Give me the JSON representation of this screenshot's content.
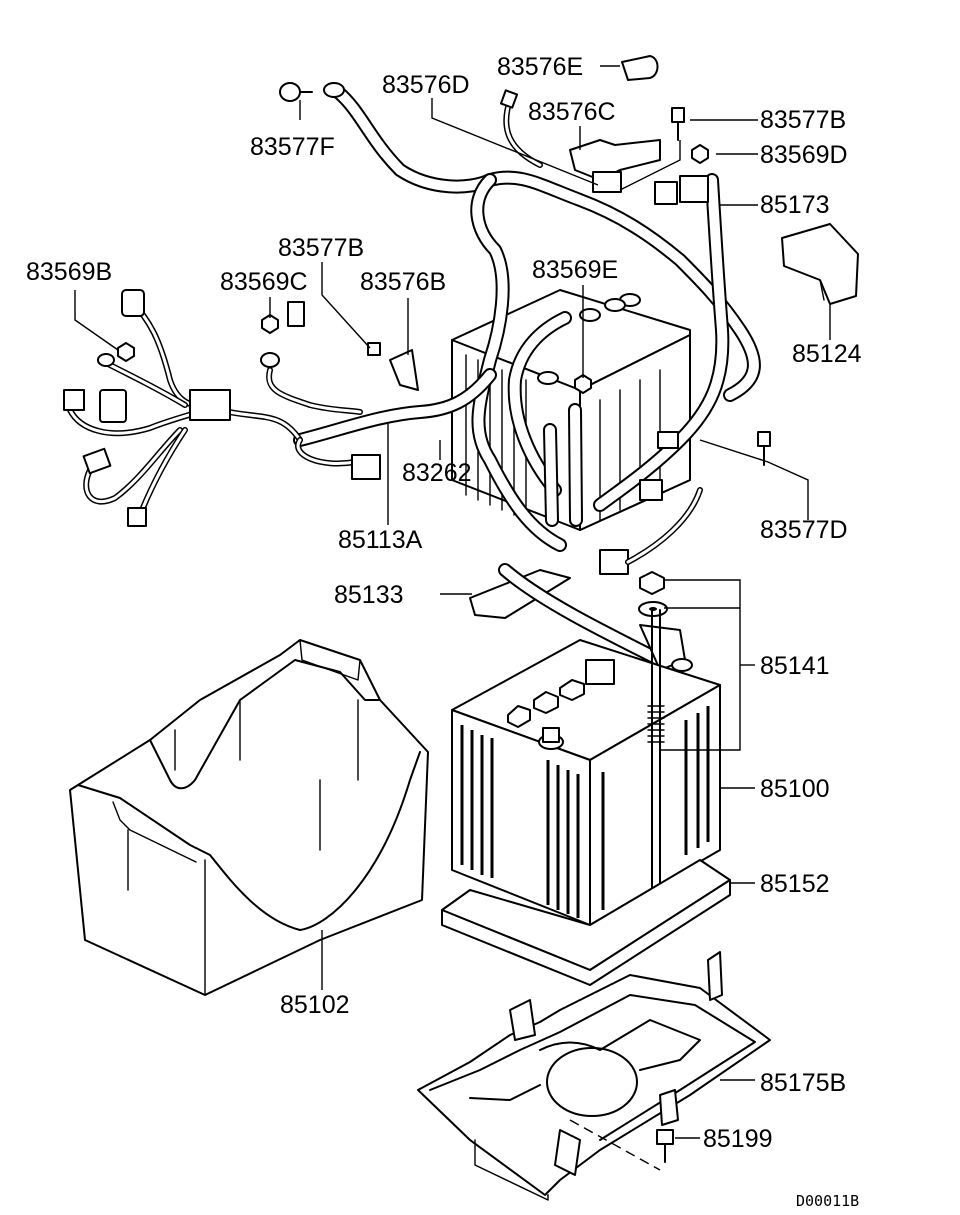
{
  "diagram": {
    "drawing_code": "D00011B",
    "callouts": {
      "p83576E": "83576E",
      "p83576D": "83576D",
      "p83576C": "83576C",
      "p83577B_top": "83577B",
      "p83569D": "83569D",
      "p83577F": "83577F",
      "p85173": "85173",
      "p83577B_mid": "83577B",
      "p83569B": "83569B",
      "p83569C": "83569C",
      "p83576B": "83576B",
      "p83569E": "83569E",
      "p85124": "85124",
      "p83262": "83262",
      "p85113A": "85113A",
      "p83577D": "83577D",
      "p85133": "85133",
      "p85141": "85141",
      "p85100": "85100",
      "p85152": "85152",
      "p85102": "85102",
      "p85175B": "85175B",
      "p85199": "85199"
    }
  }
}
